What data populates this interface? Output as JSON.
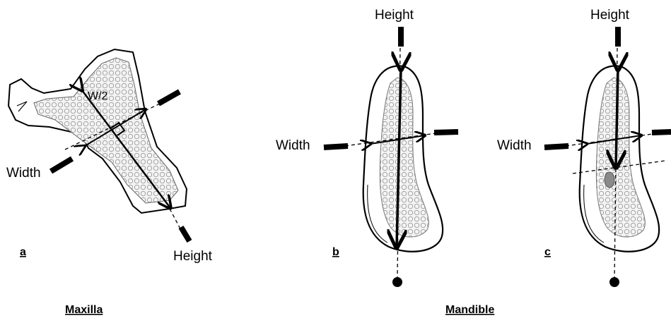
{
  "labels": {
    "height": "Height",
    "width": "Width",
    "half_width": "W/2"
  },
  "panels": {
    "a": "a",
    "b": "b",
    "c": "c"
  },
  "groups": {
    "maxilla": "Maxilla",
    "mandible": "Mandible"
  }
}
